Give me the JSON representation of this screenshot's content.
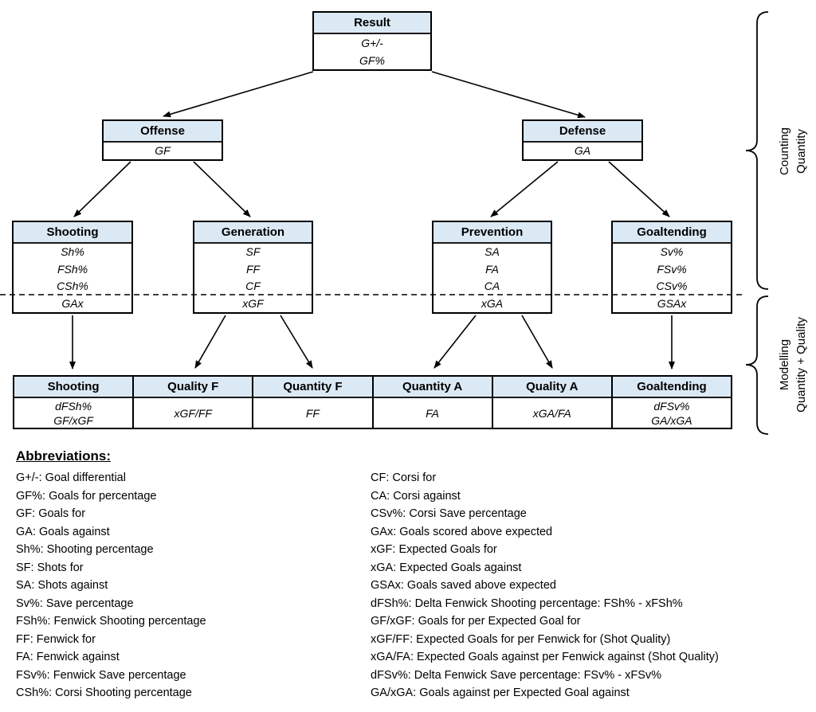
{
  "diagram": {
    "nodes": {
      "result": {
        "title": "Result",
        "lines": [
          "G+/-",
          "GF%"
        ]
      },
      "offense": {
        "title": "Offense",
        "lines": [
          "GF"
        ]
      },
      "defense": {
        "title": "Defense",
        "lines": [
          "GA"
        ]
      },
      "shooting": {
        "title": "Shooting",
        "lines": [
          "Sh%",
          "FSh%",
          "CSh%",
          "GAx"
        ]
      },
      "generation": {
        "title": "Generation",
        "lines": [
          "SF",
          "FF",
          "CF",
          "xGF"
        ]
      },
      "prevention": {
        "title": "Prevention",
        "lines": [
          "SA",
          "FA",
          "CA",
          "xGA"
        ]
      },
      "goaltending": {
        "title": "Goaltending",
        "lines": [
          "Sv%",
          "FSv%",
          "CSv%",
          "GSAx"
        ]
      }
    },
    "bottom_row": [
      {
        "title": "Shooting",
        "lines": [
          "dFSh%",
          "GF/xGF"
        ]
      },
      {
        "title": "Quality F",
        "lines": [
          "xGF/FF"
        ]
      },
      {
        "title": "Quantity F",
        "lines": [
          "FF"
        ]
      },
      {
        "title": "Quantity A",
        "lines": [
          "FA"
        ]
      },
      {
        "title": "Quality A",
        "lines": [
          "xGA/FA"
        ]
      },
      {
        "title": "Goaltending",
        "lines": [
          "dFSv%",
          "GA/xGA"
        ]
      }
    ],
    "side_labels": {
      "top": [
        "Counting",
        "Quantity"
      ],
      "bottom": [
        "Modelling",
        "Quantity + Quality"
      ]
    },
    "colors": {
      "header_fill": "#dbe9f5",
      "border": "#000000",
      "line": "#000000"
    }
  },
  "abbreviations": {
    "heading": "Abbreviations:",
    "left": [
      "G+/-: Goal differential",
      "GF%: Goals for percentage",
      "GF: Goals for",
      "GA: Goals against",
      "Sh%: Shooting percentage",
      "SF: Shots for",
      "SA: Shots against",
      "Sv%: Save percentage",
      "FSh%: Fenwick Shooting percentage",
      "FF: Fenwick for",
      "FA: Fenwick against",
      "FSv%: Fenwick Save percentage",
      "CSh%: Corsi Shooting percentage"
    ],
    "right": [
      "CF: Corsi for",
      "CA: Corsi against",
      "CSv%: Corsi Save percentage",
      "GAx: Goals scored above expected",
      "xGF: Expected Goals for",
      "xGA: Expected Goals against",
      "GSAx: Goals saved above expected",
      "dFSh%: Delta Fenwick Shooting percentage: FSh% - xFSh%",
      "GF/xGF: Goals for per Expected Goal for",
      "xGF/FF: Expected Goals for per Fenwick for (Shot Quality)",
      "xGA/FA: Expected Goals against per Fenwick against (Shot Quality)",
      "dFSv%: Delta Fenwick Save percentage: FSv% - xFSv%",
      "GA/xGA: Goals against per Expected Goal against"
    ]
  }
}
